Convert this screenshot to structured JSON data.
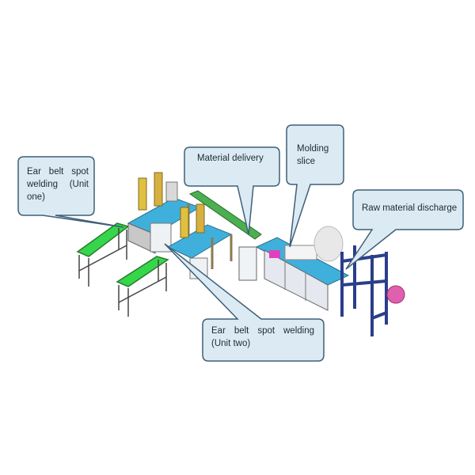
{
  "callouts": {
    "unit_one": {
      "line1": "Ear belt spot",
      "line2": "welding (Unit",
      "line3": "one)"
    },
    "material_delivery": "Material delivery",
    "molding_slice": {
      "line1": "Molding",
      "line2": "slice"
    },
    "raw_material_discharge": "Raw material discharge",
    "unit_two": {
      "line1": "Ear belt spot welding",
      "line2": "(Unit two)"
    }
  },
  "colors": {
    "callout_fill": "#dcebf3",
    "callout_stroke": "#3f5f78",
    "table_blue": "#3fb0dc",
    "conveyor_green": "#36d64a",
    "frame": "#555b60",
    "reel_pink": "#e060b0"
  }
}
